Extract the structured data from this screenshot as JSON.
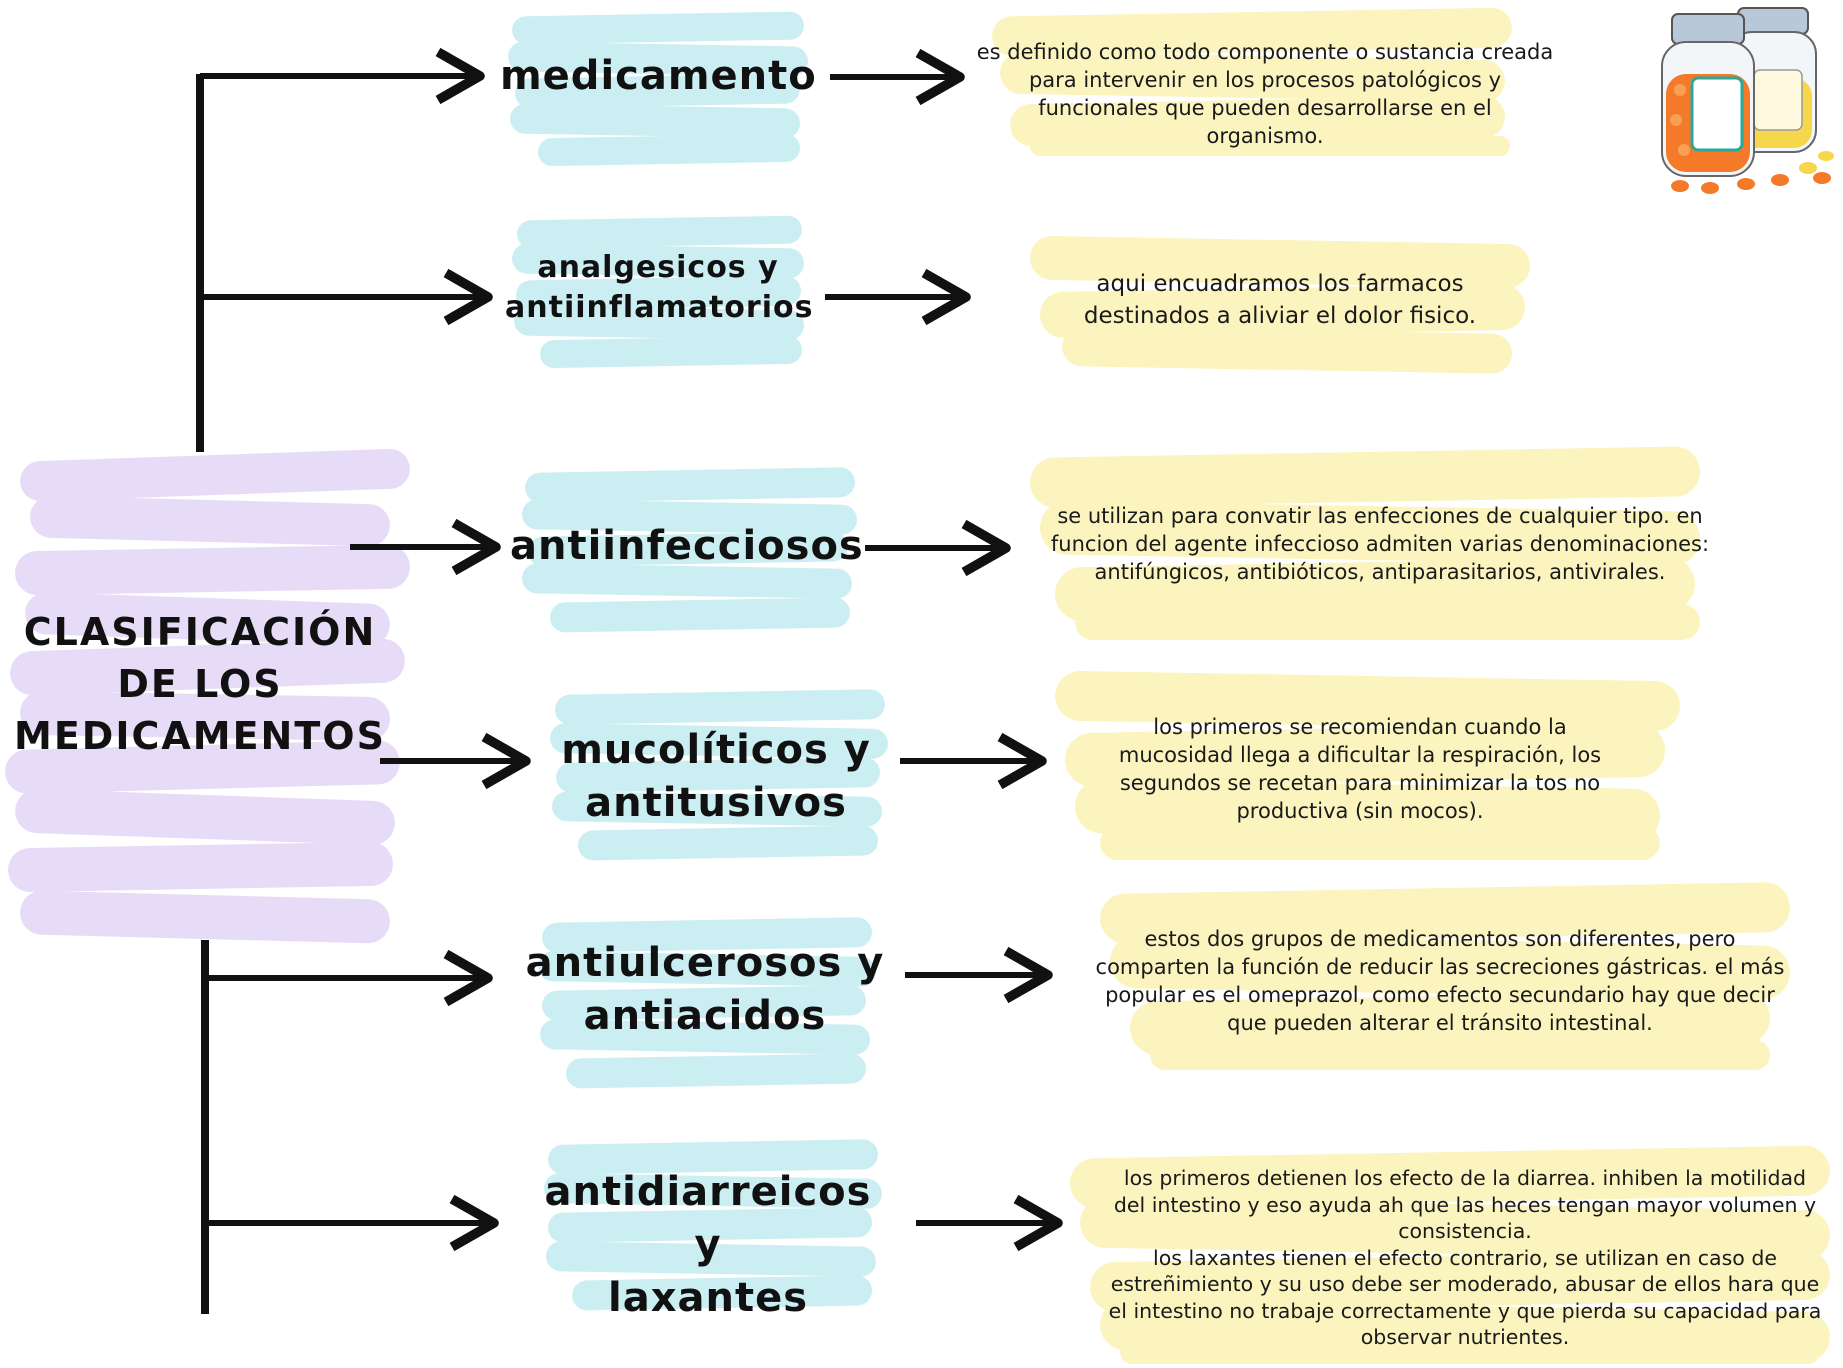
{
  "root": {
    "title": "CLASIFICACIÓN\nDE LOS\nMEDICAMENTOS"
  },
  "categories": [
    {
      "label": "medicamento",
      "description": "es definido como todo componente o sustancia creada\npara intervenir en los procesos patológicos y\nfuncionales que pueden desarrollarse en el\norganismo."
    },
    {
      "label": "analgesicos y\nantiinflamatorios",
      "description": "aqui encuadramos los farmacos\ndestinados a aliviar el dolor fisico."
    },
    {
      "label": "antiinfecciosos",
      "description": "se utilizan para convatir las enfecciones de cualquier tipo.  en\nfuncion del agente infeccioso admiten varias denominaciones:\nantifúngicos, antibióticos, antiparasitarios, antivirales."
    },
    {
      "label": "mucolíticos y\nantitusivos",
      "description": "los primeros se recomiendan cuando la\nmucosidad llega a dificultar la respiración, los\nsegundos se recetan para minimizar la tos no\nproductiva (sin mocos)."
    },
    {
      "label": "antiulcerosos y\nantiacidos",
      "description": "estos dos grupos de medicamentos son diferentes, pero\ncomparten la función de reducir las secreciones gástricas. el más\npopular es el omeprazol, como efecto secundario hay que decir\nque pueden alterar el tránsito intestinal."
    },
    {
      "label": "antidiarreicos y\nlaxantes",
      "description": "los primeros detienen los efecto de la diarrea. inhiben la motilidad\ndel intestino y eso ayuda ah que las heces tengan mayor volumen y\nconsistencia.\nlos laxantes tienen el efecto contrario, se utilizan en caso de\nestreñimiento y su uso debe ser moderado, abusar de ellos hara que\nel intestino no trabaje correctamente y que pierda su capacidad para\nobservar nutrientes."
    }
  ],
  "colors": {
    "root_highlight": "#e3d6f6",
    "category_highlight": "#c6edf2",
    "description_highlight": "#fbf3b8",
    "line": "#111111"
  },
  "icons": [
    "pill-bottles-icon"
  ]
}
